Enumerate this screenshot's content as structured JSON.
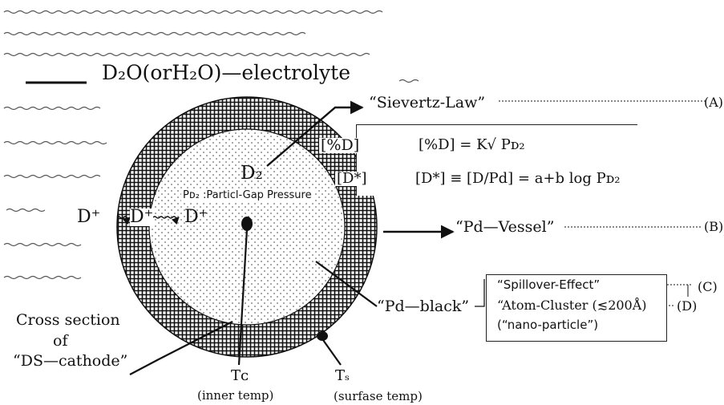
{
  "electrolyte": "D₂O(orH₂O)—electrolyte",
  "sieverts_law": "“Sievertz-Law”",
  "label_a": "(A)",
  "label_b": "(B)",
  "label_c": "(C)",
  "label_d": "(D)",
  "pd_vessel": "“Pd—Vessel”",
  "pd_black": "“Pd—black”",
  "eq1_left": "[%D]",
  "eq1_right": "[%D] = K√ Pᴅ₂",
  "eq2_left": "[D*]",
  "eq2_right": "[D*] ≡ [D/Pd] = a+b log Pᴅ₂",
  "d2_label": "D₂",
  "gap_pressure": "Pᴅ₂ :Particl-Gap Pressure",
  "d_plus": [
    "D⁺",
    "D⁺",
    "D⁺"
  ],
  "spillover": "“Spillover-Effect”",
  "atom_cluster": "“Atom-Cluster (≲200Å)",
  "nano_particle": "(“nano-particle”)",
  "cross_section": [
    "Cross section",
    "of",
    "“DS—cathode”"
  ],
  "tc_label": "Tᴄ",
  "tc_desc": "(inner temp)",
  "ts_label": "Tₛ",
  "ts_desc": "(surfase temp)",
  "colors": {
    "ink": "#111111",
    "paper": "#ffffff"
  }
}
